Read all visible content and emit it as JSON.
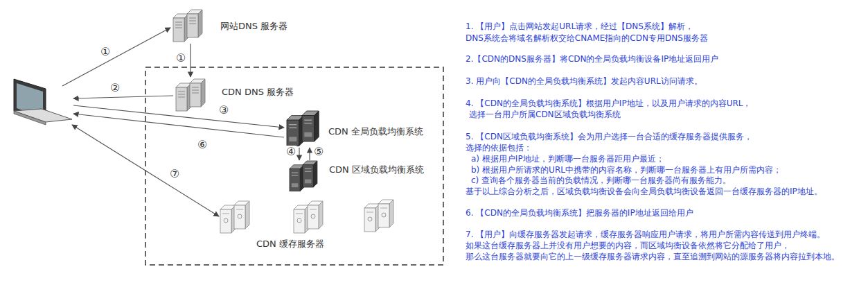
{
  "diagram": {
    "nodes": [
      {
        "text": [
          "网站DNS 服务器"
        ]
      },
      {
        "text": [
          "CDN DNS 服务器"
        ]
      },
      {
        "text": [
          "CDN 全局负载均衡系统"
        ]
      },
      {
        "text": [
          "CDN 区域负载均衡系统"
        ]
      },
      {
        "text": [
          "CDN 缓存服务器"
        ]
      }
    ],
    "edges": [
      {
        "from": 0,
        "to": 1,
        "label": "①",
        "arrow": "to"
      },
      {
        "from": 2,
        "to": 3,
        "label": "④",
        "arrow": "to"
      },
      {
        "from": 3,
        "to": 2,
        "label": "⑤",
        "arrow": "to"
      }
    ],
    "labels": [
      "①",
      "②",
      "③",
      "⑥",
      "⑦",
      "1. 【用户】点击网站发起URL请求，经过【DNS系统】解析，",
      "DNS系统会将域名解析权交给CNAME指向的CDN专用DNS服务器",
      "2.【CDN的DNS服务器】将CDN的全局负载均衡设备IP地址返回用户",
      "3. 用户向【CDN的全局负载均衡系统】发起内容URL访问请求。",
      "4. 【CDN的全局负载均衡系统】根据用户IP地址，以及用户请求的内容URL，",
      "选择一台用户所属CDN区域负载均衡系统",
      "5. 【CDN区域负载均衡系统】会为用户选择一台合适的缓存服务器提供服务，",
      "选择的依据包括：",
      "a) 根据用户IP地址，判断哪一台服务器距用户最近；",
      "b) 根据用户所请求的URL中携带的内容名称，判断哪一台服务器上有用户所需内容；",
      "c) 查询各个服务器当前的负载情况，判断哪一台服务器尚有服务能力。",
      "基于以上综合分析之后，区域负载均衡设备会向全局负载均衡设备返回一台缓存服务器的IP地址。",
      "6. 【CDN的全局负载均衡系统】把服务器的IP地址返回给用户",
      "7. 【用户】向缓存服务器发起请求，缓存服务器响应用户请求，将用户所需内容传送到用户终端。",
      "如果这台缓存服务器上并没有用户想要的内容，而区域均衡设备依然将它分配给了用户，",
      "那么这台服务器就要向它的上一级缓存服务器请求内容，直至追溯到网站的源服务器将内容拉到本地。"
    ]
  }
}
